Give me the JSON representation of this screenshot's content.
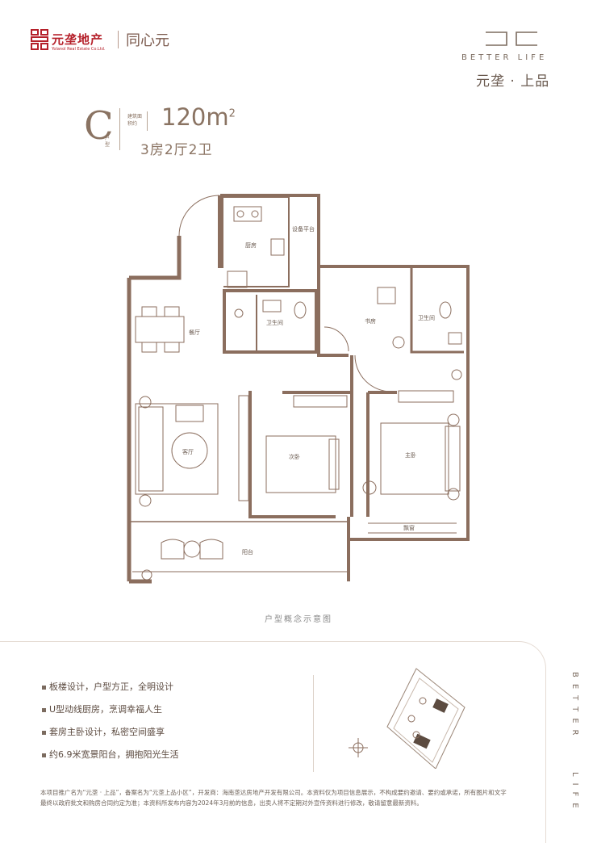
{
  "brand": {
    "name": "元垄地产",
    "sub": "Yolanol Real Estate Co.Ltd.",
    "second_logo": "同心元"
  },
  "mark": {
    "en": "BETTER LIFE",
    "cn": "元垄 · 上品"
  },
  "unit": {
    "letter": "C",
    "letter_note": "户型",
    "area_note": "建筑面积约",
    "area": "120m",
    "area_sup": "2",
    "rooms": "3房2厅2卫"
  },
  "rooms": {
    "kitchen": "厨房",
    "equipment": "设备平台",
    "dining": "餐厅",
    "bath1": "卫生间",
    "study": "书房",
    "bath2": "卫生间",
    "living": "客厅",
    "second_bed": "次卧",
    "master_bed": "主卧",
    "bay_window": "飘窗",
    "balcony": "阳台"
  },
  "caption": "户型概念示意图",
  "features": [
    "板楼设计，户型方正，全明设计",
    "U型动线厨房，烹调幸福人生",
    "套房主卧设计，私密空间盛享",
    "约6.9米宽景阳台，拥抱阳光生活"
  ],
  "side_text": {
    "top": "BETTER",
    "bottom": "LIFE"
  },
  "disclaimer": "本项目推广名为“元垄 · 上品”，备案名为“元垄上品小区”，开发商：海南垄达房地产开发有限公司。本资料仅为项目信息展示，不构成要约邀请、要约或承诺，所有图片和文字最终以政府批文和购房合同约定为准；本资料所发布内容为2024年3月前的信息，出卖人将不定期对外宣传资料进行修改，敬请留意最新资料。",
  "colors": {
    "accent": "#8a7362",
    "wall": "#8b6e5e",
    "brand_red": "#b5202a"
  }
}
